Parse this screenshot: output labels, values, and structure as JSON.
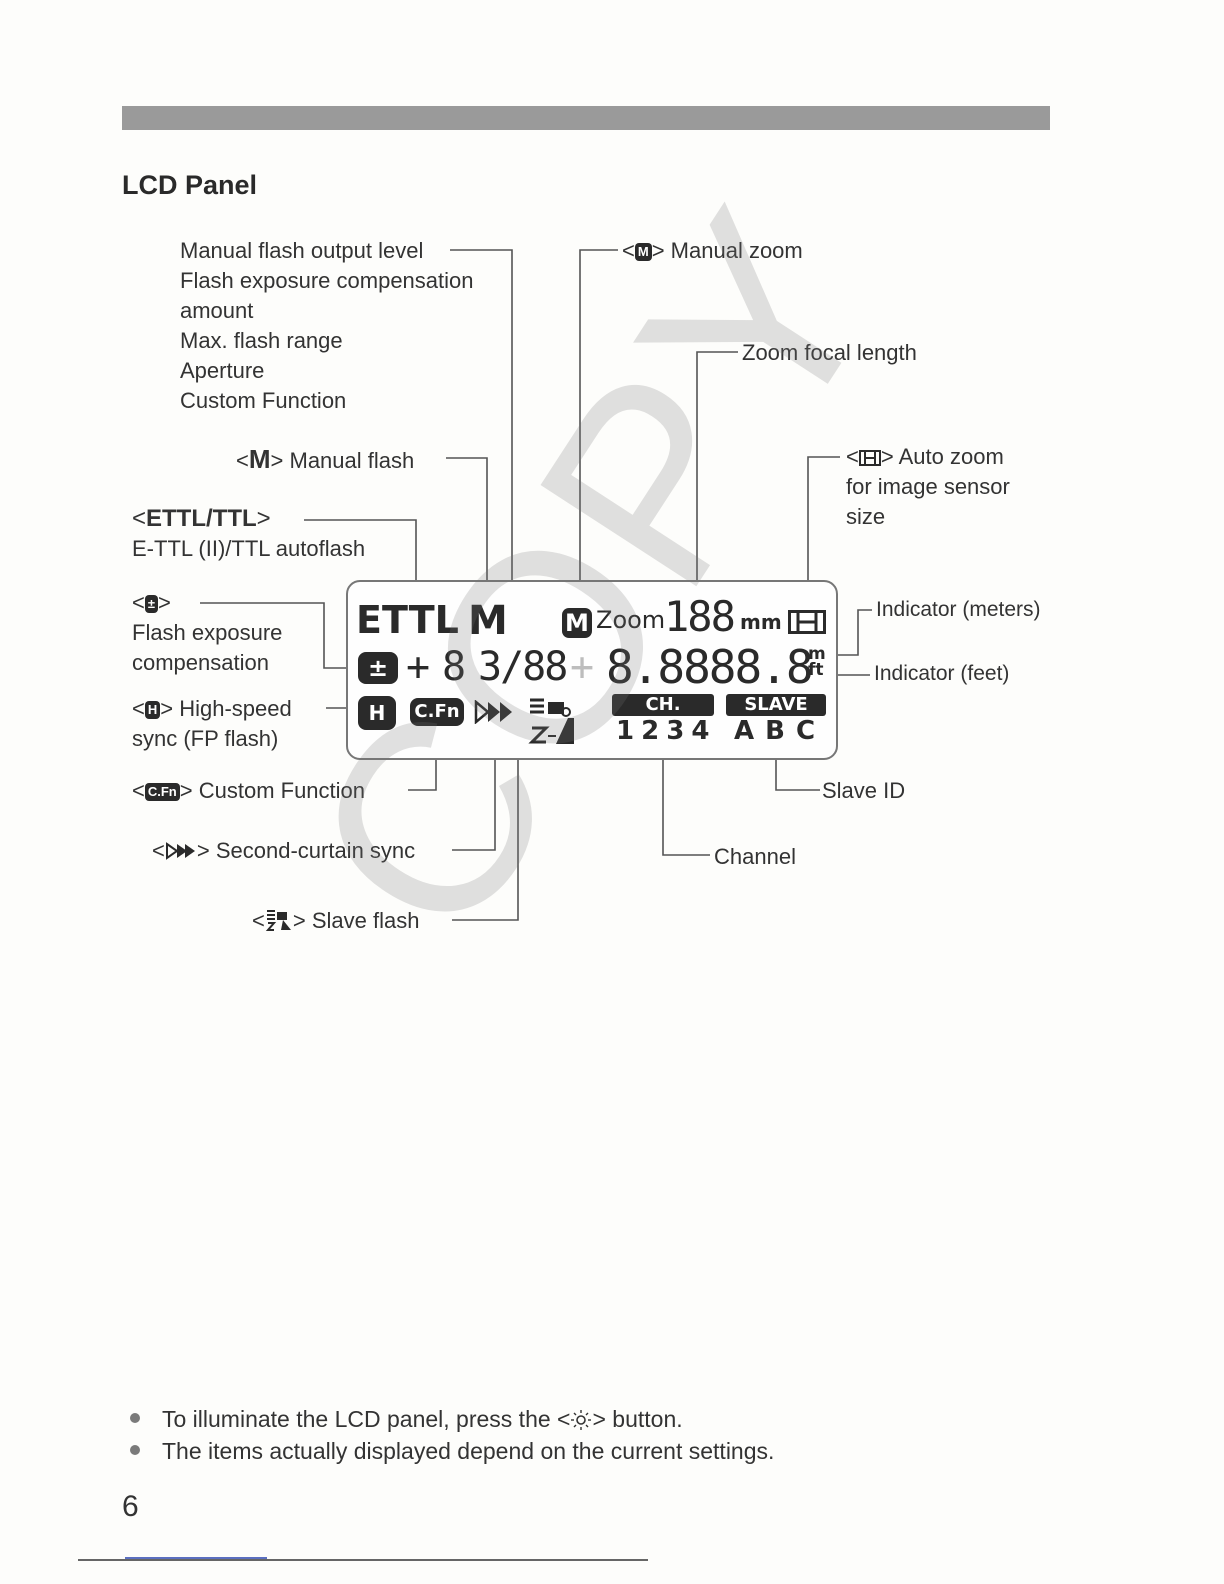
{
  "page": {
    "section_title": "LCD Panel",
    "page_number": "6",
    "watermark": "COPY"
  },
  "labels": {
    "output_group": [
      "Manual flash output level",
      "Flash exposure compensation",
      "amount",
      "Max. flash range",
      "Aperture",
      "Custom Function"
    ],
    "manual_zoom": "Manual zoom",
    "zoom_focal_length": "Zoom focal length",
    "manual_flash": "Manual flash",
    "auto_zoom": [
      "Auto zoom",
      "for image sensor",
      "size"
    ],
    "ettl_symbol": "ETTL/TTL",
    "ettl_desc": "E-TTL (II)/TTL autoflash",
    "fec_desc": [
      "Flash exposure",
      "compensation"
    ],
    "indicator_meters": "Indicator (meters)",
    "indicator_feet": "Indicator (feet)",
    "high_speed": [
      "High-speed",
      "sync (FP flash)"
    ],
    "custom_function": "Custom Function",
    "second_curtain": "Second-curtain sync",
    "slave_flash": "Slave flash",
    "slave_id": "Slave ID",
    "channel": "Channel"
  },
  "symbols": {
    "m_symbol": "M",
    "m_chip": "M",
    "cfn_chip": "C.Fn",
    "fec_chip": "±",
    "hs_chip": "H",
    "film_icon": "film-frame-icon",
    "second_curtain_icon": "double-arrow-icon",
    "slave_icon": "slave-flash-icon",
    "sun_icon": "light-button-icon"
  },
  "lcd": {
    "ettl": "ETTL",
    "m": "M",
    "zoom_m": "M",
    "zoom_word": "Zoom",
    "zoom_digits": "188",
    "mm": "mm",
    "fec_sign": "+",
    "digit1": "8",
    "fraction": "3/88",
    "sign2": "+",
    "big_digits": "8.8888.8",
    "unit_m": "m",
    "unit_ft": "ft",
    "hs_text": "H",
    "cfn_text": "C.Fn",
    "ch_label": "CH.",
    "ch_numbers": "1 2 3 4",
    "slave_label": "SLAVE",
    "slave_letters": "A B C"
  },
  "notes": [
    {
      "before": "To illuminate the LCD panel, press the <",
      "icon": "light-button-icon",
      "after": "> button."
    },
    {
      "text": "The items actually displayed depend on the current settings."
    }
  ],
  "colors": {
    "text": "#2a2a2a",
    "rule": "#9a9a9a",
    "watermark": "#787878"
  }
}
